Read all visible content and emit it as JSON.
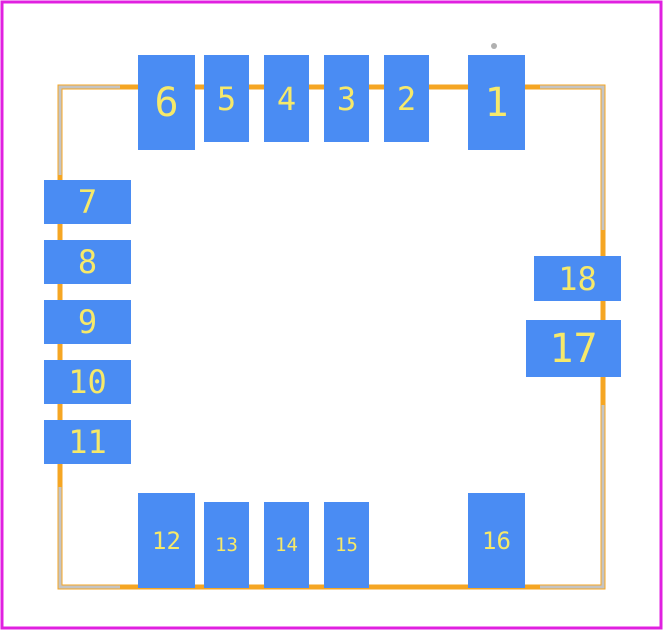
{
  "colors": {
    "courtyard": "#e020e0",
    "silkscreen": "#f5a623",
    "body_outline": "#c4c4c4",
    "pad_fill": "#4a8cf3",
    "pad_label": "#f6e96a",
    "pin1_marker": "#b0b0b0"
  },
  "footprint": {
    "pads": [
      {
        "id": "pad-1",
        "label": "1"
      },
      {
        "id": "pad-2",
        "label": "2"
      },
      {
        "id": "pad-3",
        "label": "3"
      },
      {
        "id": "pad-4",
        "label": "4"
      },
      {
        "id": "pad-5",
        "label": "5"
      },
      {
        "id": "pad-6",
        "label": "6"
      },
      {
        "id": "pad-7",
        "label": "7"
      },
      {
        "id": "pad-8",
        "label": "8"
      },
      {
        "id": "pad-9",
        "label": "9"
      },
      {
        "id": "pad-10",
        "label": "10"
      },
      {
        "id": "pad-11",
        "label": "11"
      },
      {
        "id": "pad-12",
        "label": "12"
      },
      {
        "id": "pad-13",
        "label": "13"
      },
      {
        "id": "pad-14",
        "label": "14"
      },
      {
        "id": "pad-15",
        "label": "15"
      },
      {
        "id": "pad-16",
        "label": "16"
      },
      {
        "id": "pad-17",
        "label": "17"
      },
      {
        "id": "pad-18",
        "label": "18"
      }
    ]
  }
}
